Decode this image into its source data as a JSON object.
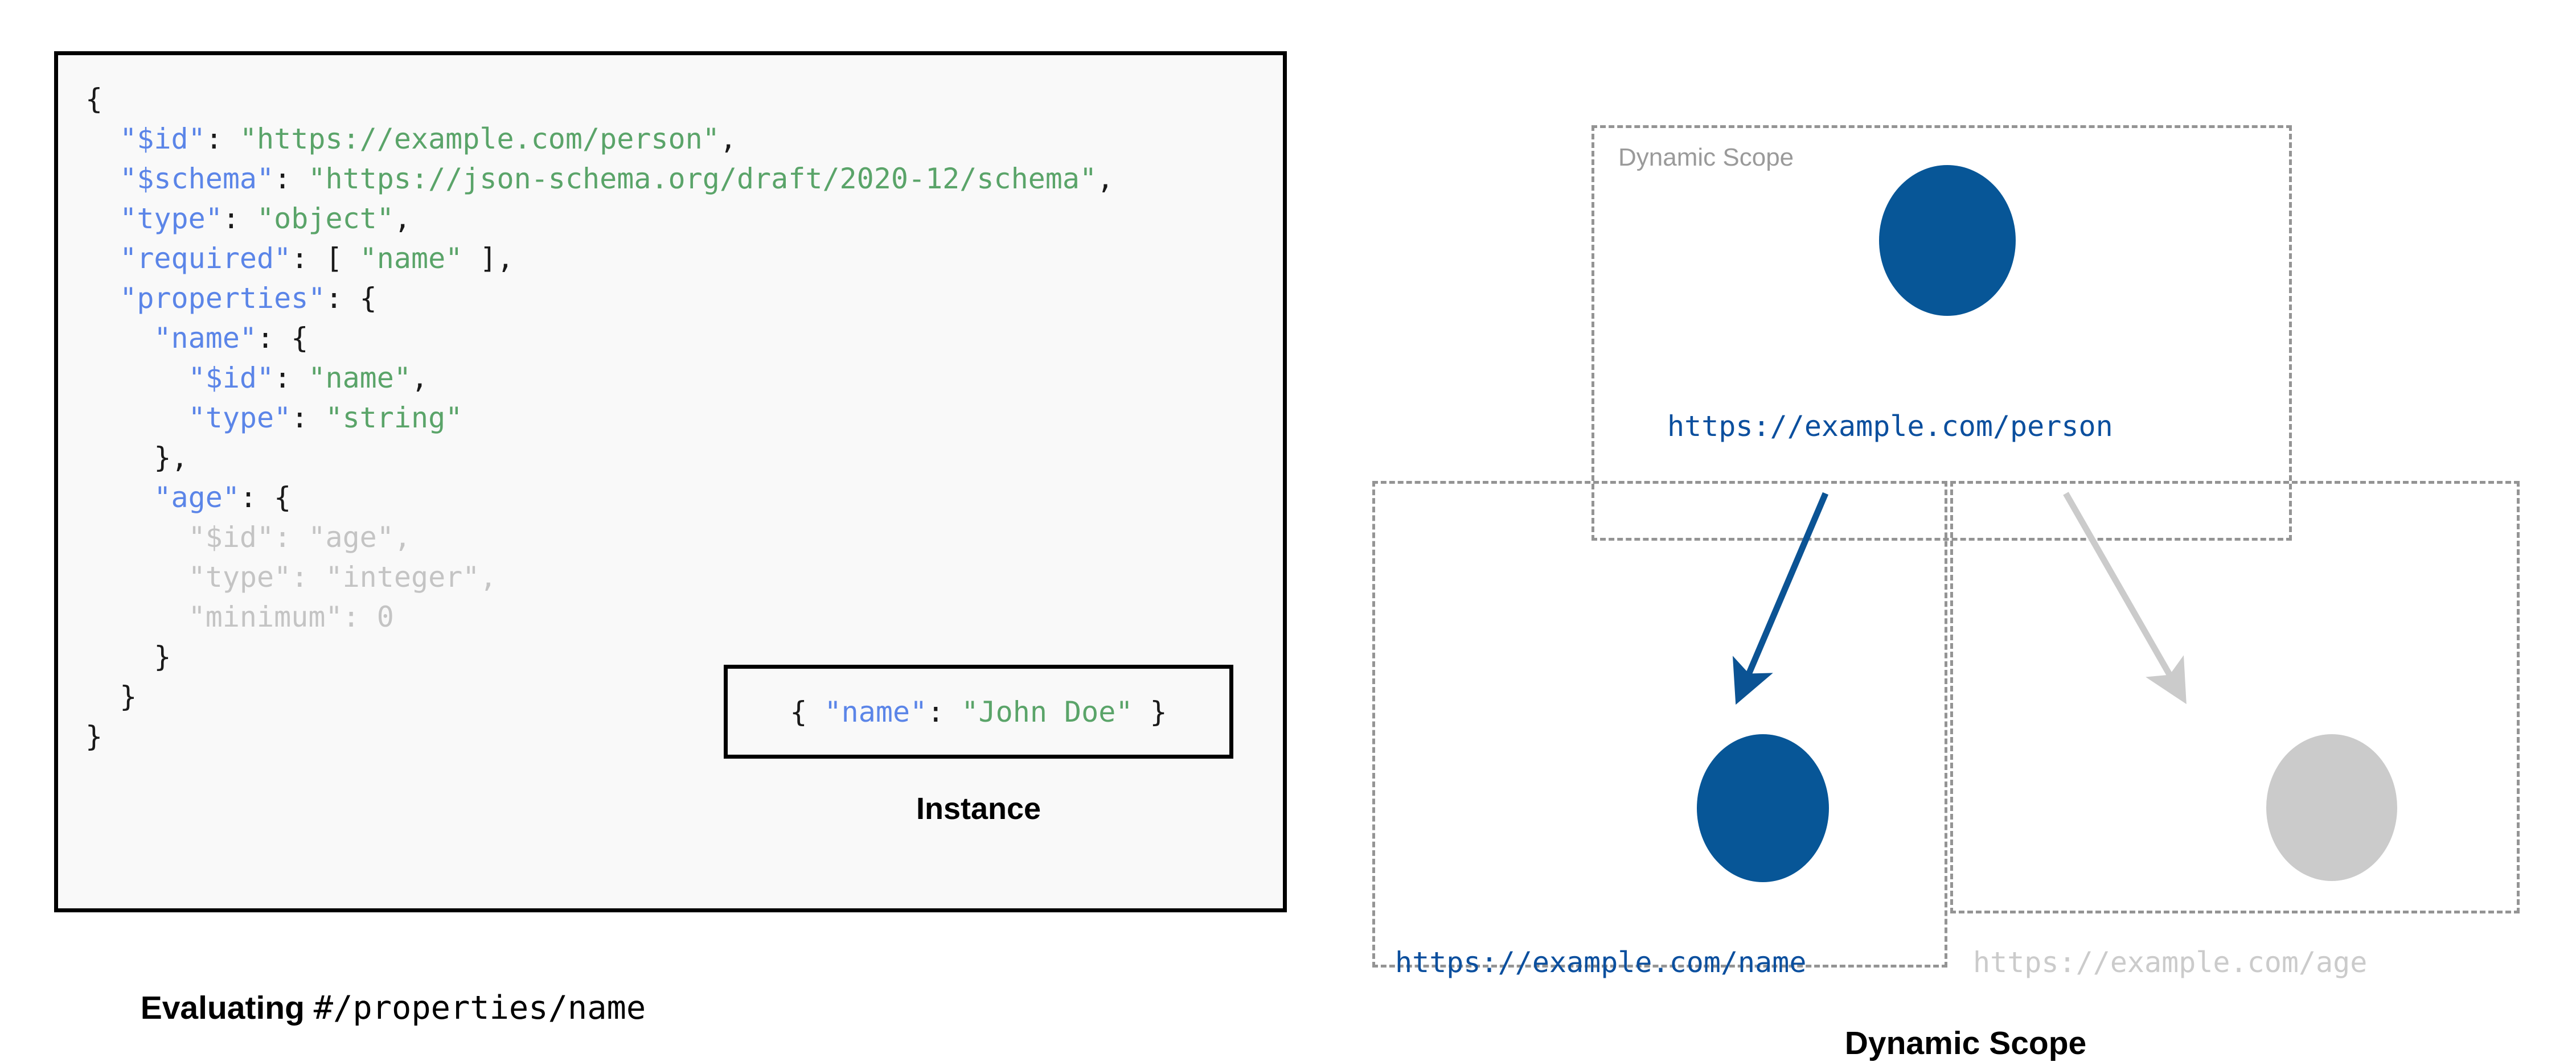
{
  "left": {
    "code_lines": [
      {
        "indent": 0,
        "tokens": [
          {
            "t": "{",
            "c": "p"
          }
        ]
      },
      {
        "indent": 1,
        "tokens": [
          {
            "t": "\"$id\"",
            "c": "k"
          },
          {
            "t": ": ",
            "c": "p"
          },
          {
            "t": "\"https://example.com/person\"",
            "c": "s"
          },
          {
            "t": ",",
            "c": "p"
          }
        ]
      },
      {
        "indent": 1,
        "tokens": [
          {
            "t": "\"$schema\"",
            "c": "k"
          },
          {
            "t": ": ",
            "c": "p"
          },
          {
            "t": "\"https://json-schema.org/draft/2020-12/schema\"",
            "c": "s"
          },
          {
            "t": ",",
            "c": "p"
          }
        ]
      },
      {
        "indent": 1,
        "tokens": [
          {
            "t": "\"type\"",
            "c": "k"
          },
          {
            "t": ": ",
            "c": "p"
          },
          {
            "t": "\"object\"",
            "c": "s"
          },
          {
            "t": ",",
            "c": "p"
          }
        ]
      },
      {
        "indent": 1,
        "tokens": [
          {
            "t": "\"required\"",
            "c": "k"
          },
          {
            "t": ": [ ",
            "c": "p"
          },
          {
            "t": "\"name\"",
            "c": "s"
          },
          {
            "t": " ],",
            "c": "p"
          }
        ]
      },
      {
        "indent": 1,
        "tokens": [
          {
            "t": "\"properties\"",
            "c": "k"
          },
          {
            "t": ": {",
            "c": "p"
          }
        ]
      },
      {
        "indent": 2,
        "tokens": [
          {
            "t": "\"name\"",
            "c": "k"
          },
          {
            "t": ": {",
            "c": "p"
          }
        ]
      },
      {
        "indent": 3,
        "tokens": [
          {
            "t": "\"$id\"",
            "c": "k"
          },
          {
            "t": ": ",
            "c": "p"
          },
          {
            "t": "\"name\"",
            "c": "s"
          },
          {
            "t": ",",
            "c": "p"
          }
        ]
      },
      {
        "indent": 3,
        "tokens": [
          {
            "t": "\"type\"",
            "c": "k"
          },
          {
            "t": ": ",
            "c": "p"
          },
          {
            "t": "\"string\"",
            "c": "s"
          }
        ]
      },
      {
        "indent": 2,
        "tokens": [
          {
            "t": "},",
            "c": "p"
          }
        ]
      },
      {
        "indent": 2,
        "tokens": [
          {
            "t": "\"age\"",
            "c": "k"
          },
          {
            "t": ": {",
            "c": "p"
          }
        ]
      },
      {
        "indent": 3,
        "dim": true,
        "tokens": [
          {
            "t": "\"$id\"",
            "c": "k"
          },
          {
            "t": ": ",
            "c": "p"
          },
          {
            "t": "\"age\"",
            "c": "s"
          },
          {
            "t": ",",
            "c": "p"
          }
        ]
      },
      {
        "indent": 3,
        "dim": true,
        "tokens": [
          {
            "t": "\"type\"",
            "c": "k"
          },
          {
            "t": ": ",
            "c": "p"
          },
          {
            "t": "\"integer\"",
            "c": "s"
          },
          {
            "t": ",",
            "c": "p"
          }
        ]
      },
      {
        "indent": 3,
        "dim": true,
        "tokens": [
          {
            "t": "\"minimum\"",
            "c": "k"
          },
          {
            "t": ": ",
            "c": "p"
          },
          {
            "t": "0",
            "c": "n"
          }
        ]
      },
      {
        "indent": 2,
        "tokens": [
          {
            "t": "}",
            "c": "p"
          }
        ]
      },
      {
        "indent": 1,
        "tokens": [
          {
            "t": "}",
            "c": "p"
          }
        ]
      },
      {
        "indent": 0,
        "tokens": [
          {
            "t": "}",
            "c": "p"
          }
        ]
      }
    ],
    "instance": {
      "tokens": [
        {
          "t": "{ ",
          "c": "p"
        },
        {
          "t": "\"name\"",
          "c": "k"
        },
        {
          "t": ": ",
          "c": "p"
        },
        {
          "t": "\"John Doe\"",
          "c": "s"
        },
        {
          "t": " }",
          "c": "p"
        }
      ],
      "text": "{ \"name\": \"John Doe\" }",
      "caption": "Instance"
    },
    "caption_bold": "Evaluating ",
    "caption_mono": "#/properties/name"
  },
  "right": {
    "scope_label": "Dynamic Scope",
    "nodes": [
      {
        "id": "person",
        "label": "https://example.com/person",
        "state": "active"
      },
      {
        "id": "name",
        "label": "https://example.com/name",
        "state": "active"
      },
      {
        "id": "age",
        "label": "https://example.com/age",
        "state": "inactive"
      }
    ],
    "edges": [
      {
        "from": "person",
        "to": "name",
        "state": "active"
      },
      {
        "from": "person",
        "to": "age",
        "state": "inactive"
      }
    ],
    "caption": "Dynamic Scope"
  },
  "colors": {
    "node_active": "#075697",
    "node_inactive": "#cbcbcb",
    "edge_active": "#0b5394",
    "edge_inactive": "#cbcbcb",
    "label_active": "#0b4f9e",
    "label_inactive": "#cbcbcb",
    "scope_border": "#949494",
    "scope_label": "#9a9a9a",
    "code_key": "#5b85e8",
    "code_string": "#5aa469",
    "code_dim": "#c4c4c4",
    "panel_border": "#000000",
    "panel_bg": "#f9f9f9"
  }
}
